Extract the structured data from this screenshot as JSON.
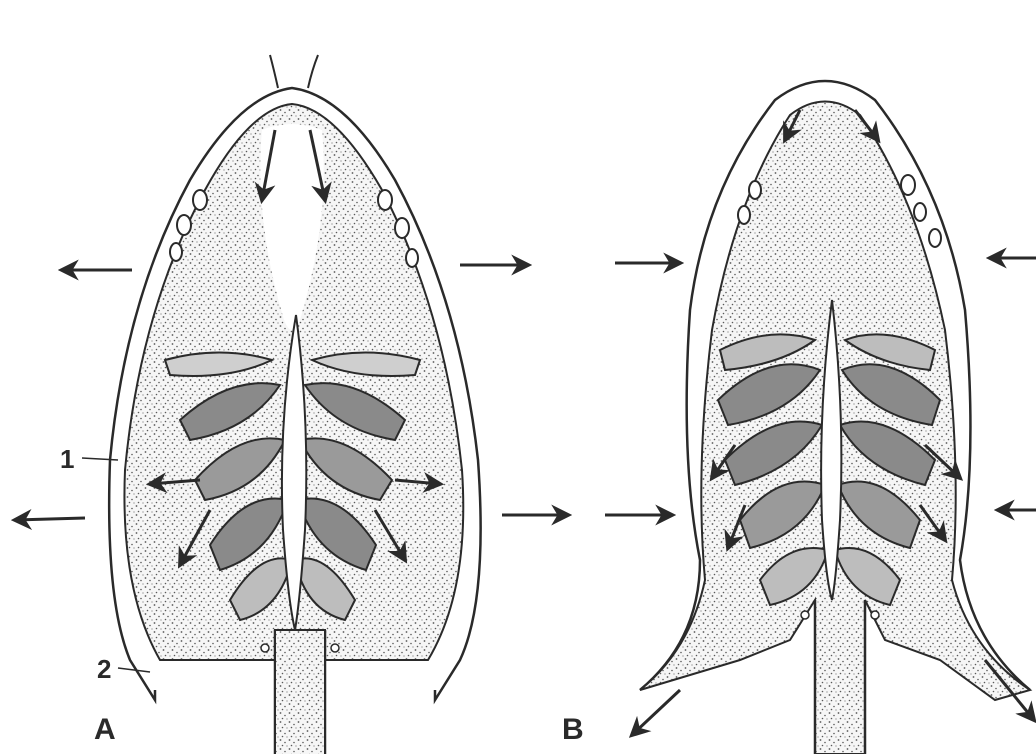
{
  "labels": {
    "panel_a": "A",
    "panel_b": "B",
    "part_1": "1",
    "part_2": "2"
  },
  "colors": {
    "ink": "#2a2a2a",
    "stipple": "#555555",
    "gill_fill": "#8a8a8a",
    "background": "#ffffff"
  }
}
